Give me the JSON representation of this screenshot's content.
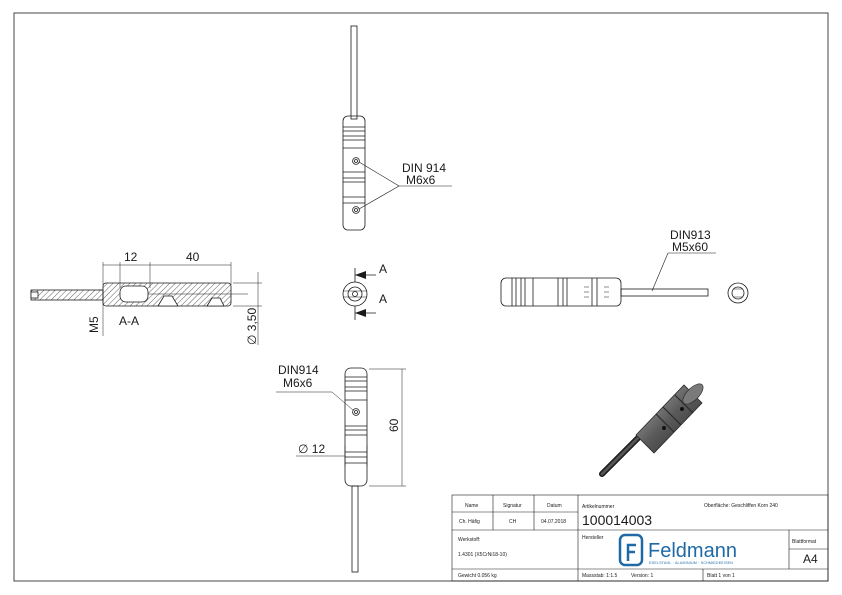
{
  "views": {
    "top_callout": {
      "line1": "DIN 914",
      "line2": "M6x6"
    },
    "right_callout": {
      "line1": "DIN913",
      "line2": "M5x60"
    },
    "bottom_callout": {
      "line1": "DIN914",
      "line2": "M6x6"
    },
    "section": {
      "dim_12": "12",
      "dim_40": "40",
      "dim_m5": "M5",
      "dim_dia35": "∅ 3,50",
      "label": "A-A"
    },
    "end_view": {
      "marker_top": "A",
      "marker_bottom": "A"
    },
    "bottom_view": {
      "dim_60": "60",
      "dim_dia12": "∅ 12"
    }
  },
  "title_block": {
    "headers": {
      "name": "Name",
      "signature": "Signatur",
      "date": "Datum"
    },
    "row": {
      "name": "Ch. Häfig",
      "signature": "CH",
      "date": "04.07.2018"
    },
    "article_label": "Artikelnummer",
    "article_number": "100014003",
    "surface": "Oberfläche: Geschliffen Korn 240",
    "material_label": "Werkstoff:",
    "material": "1.4301 (X5CrNi18-10)",
    "manufacturer_label": "Hersteller",
    "brand": "Feldmann",
    "brand_sub": "EDELSTAHL · ALUMINIUM · SCHMIEDEEISEN",
    "sheet_format_label": "Blattformat",
    "sheet_format": "A4",
    "weight": "Gewicht 0.056 kg",
    "scale": "Massstab: 1:1.5",
    "version": "Version: 1",
    "sheet_of": "Blatt 1 von 1"
  },
  "colors": {
    "line": "#1a1a1a",
    "brand": "#1f6aa6",
    "part_dark": "#3a3a3a",
    "part_light": "#9a9a9a"
  }
}
